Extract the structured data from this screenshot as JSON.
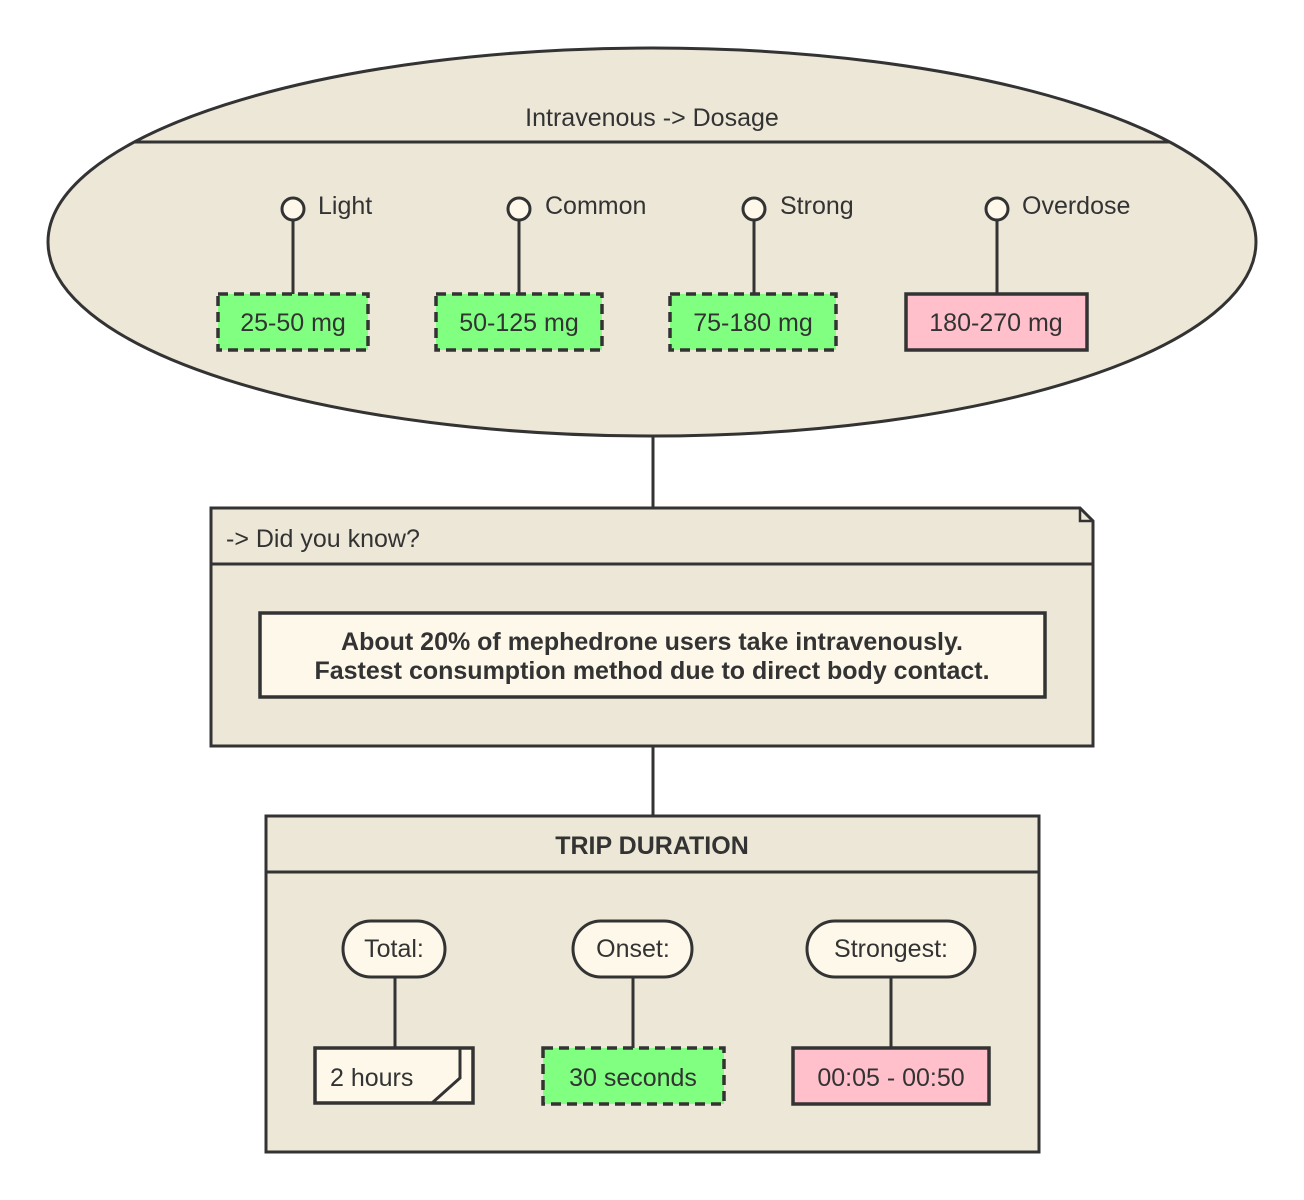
{
  "colors": {
    "panel_fill": "#ede7d7",
    "stroke": "#333333",
    "ok_fill": "#80ff80",
    "danger_fill": "#ffc0cb",
    "note_fill": "#fdf8ea"
  },
  "dosage": {
    "title": "Intravenous -> Dosage",
    "levels": [
      {
        "label": "Light",
        "value": "25-50 mg",
        "style": "dashed-green"
      },
      {
        "label": "Common",
        "value": "50-125 mg",
        "style": "dashed-green"
      },
      {
        "label": "Strong",
        "value": "75-180 mg",
        "style": "dashed-green"
      },
      {
        "label": "Overdose",
        "value": "180-270 mg",
        "style": "solid-pink"
      }
    ]
  },
  "did_you_know": {
    "title": "-> Did you know?",
    "lines": [
      "About 20% of mephedrone users take intravenously.",
      "Fastest consumption method due to direct body contact."
    ]
  },
  "trip_duration": {
    "title": "TRIP DURATION",
    "items": [
      {
        "label": "Total:",
        "value": "2 hours",
        "style": "folded-note"
      },
      {
        "label": "Onset:",
        "value": "30 seconds",
        "style": "dashed-green"
      },
      {
        "label": "Strongest:",
        "value": "00:05 - 00:50",
        "style": "solid-pink"
      }
    ]
  }
}
